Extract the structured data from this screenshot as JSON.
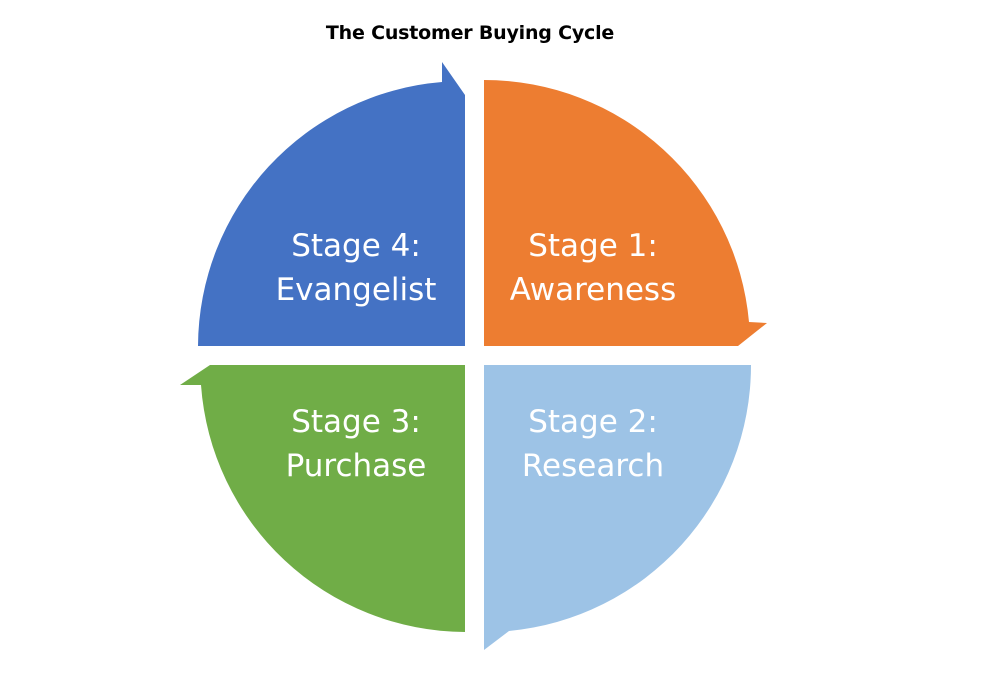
{
  "title": "The Customer Buying Cycle",
  "stages": [
    {
      "line1": "Stage 1:",
      "line2": "Awareness",
      "color": "#ED7D31"
    },
    {
      "line1": "Stage 2:",
      "line2": "Research",
      "color": "#9DC3E6"
    },
    {
      "line1": "Stage 3:",
      "line2": "Purchase",
      "color": "#70AD47"
    },
    {
      "line1": "Stage 4:",
      "line2": "Evangelist",
      "color": "#4472C4"
    }
  ]
}
